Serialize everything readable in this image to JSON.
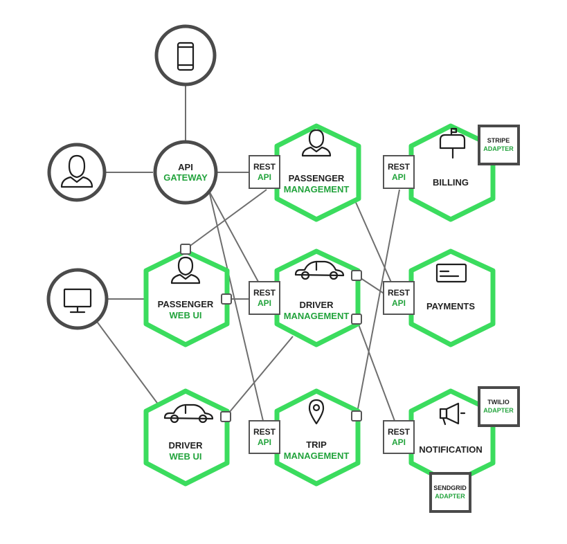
{
  "colors": {
    "accent_green": "#3bdc5e",
    "text_green": "#22a33c",
    "node_outline": "#4b4b4b",
    "line": "#6e6e6e"
  },
  "gateway": {
    "line1": "API",
    "line2": "GATEWAY"
  },
  "clients": [
    {
      "id": "mobile",
      "icon": "mobile-phone-icon"
    },
    {
      "id": "user",
      "icon": "user-icon"
    },
    {
      "id": "desktop",
      "icon": "monitor-icon"
    }
  ],
  "services": {
    "passenger_management": {
      "line1": "PASSENGER",
      "line2": "MANAGEMENT",
      "icon": "user-icon"
    },
    "billing": {
      "line1": "BILLING",
      "line2": "",
      "icon": "mailbox-icon"
    },
    "passenger_web_ui": {
      "line1": "PASSENGER",
      "line2": "WEB UI",
      "icon": "user-icon"
    },
    "driver_management": {
      "line1": "DRIVER",
      "line2": "MANAGEMENT",
      "icon": "car-icon"
    },
    "payments": {
      "line1": "PAYMENTS",
      "line2": "",
      "icon": "credit-card-icon"
    },
    "driver_web_ui": {
      "line1": "DRIVER",
      "line2": "WEB UI",
      "icon": "car-icon"
    },
    "trip_management": {
      "line1": "TRIP",
      "line2": "MANAGEMENT",
      "icon": "map-pin-icon"
    },
    "notification": {
      "line1": "NOTIFICATION",
      "line2": "",
      "icon": "megaphone-icon"
    }
  },
  "rest_api": {
    "line1": "REST",
    "line2": "API"
  },
  "adapters": {
    "stripe": {
      "line1": "STRIPE",
      "line2": "ADAPTER"
    },
    "twilio": {
      "line1": "TWILIO",
      "line2": "ADAPTER"
    },
    "sendgrid": {
      "line1": "SENDGRID",
      "line2": "ADAPTER"
    }
  }
}
